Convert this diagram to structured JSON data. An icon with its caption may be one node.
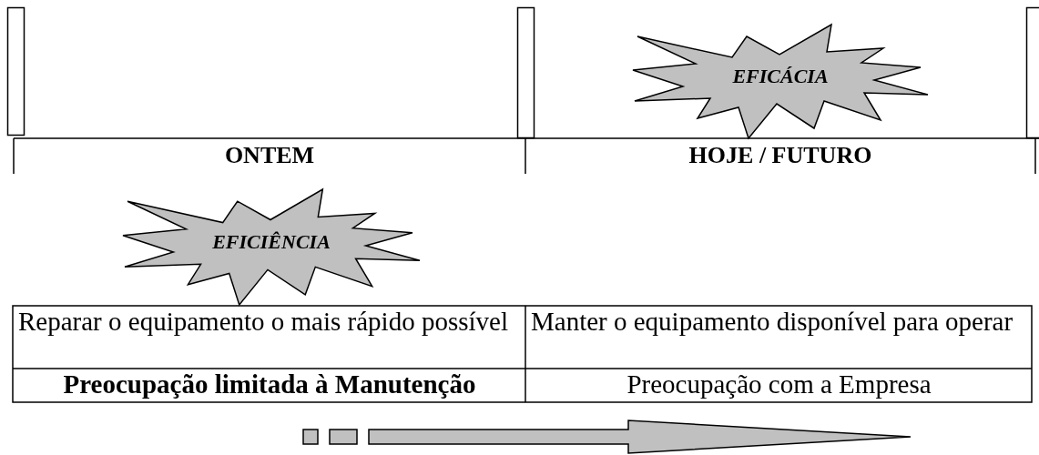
{
  "diagram": {
    "nodes": [
      {
        "text": [
          "EFICÁCIA"
        ]
      },
      {
        "text": [
          "EFICIÊNCIA"
        ]
      }
    ],
    "edges": [],
    "labels": [
      "ONTEM",
      "HOJE / FUTURO",
      "Reparar o equipamento o mais rápido possível",
      "Manter o equipamento disponível para operar",
      "Preocupação limitada à Manutenção",
      "Preocupação com a Empresa"
    ]
  }
}
